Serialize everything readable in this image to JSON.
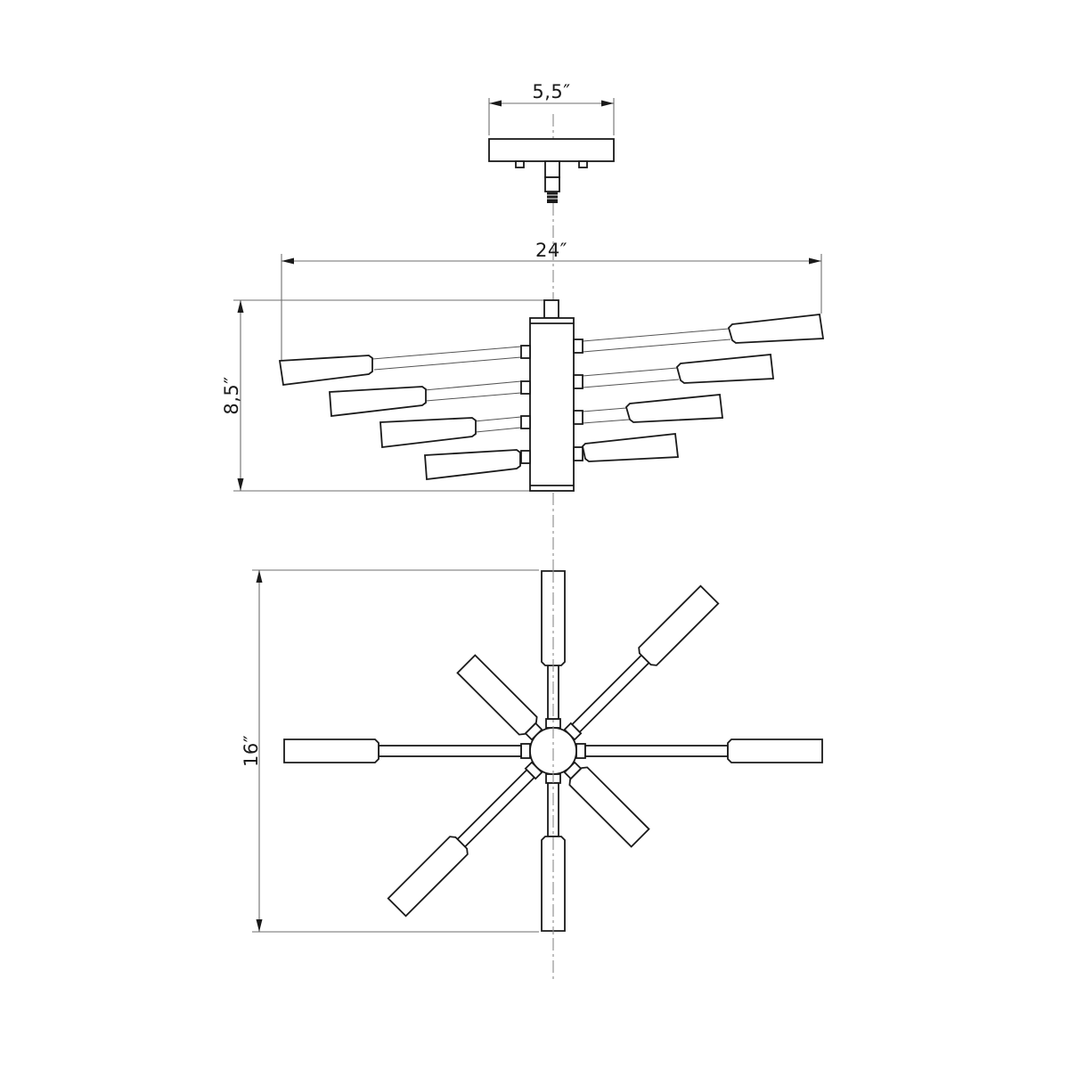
{
  "drawing": {
    "type": "technical dimension drawing",
    "subject": "8-arm sputnik semi-flush ceiling light",
    "views": [
      "canopy-side",
      "fixture-side-elevation",
      "fixture-plan-bottom"
    ],
    "line_color": "#1a1a1a",
    "dimension_color": "#6e6e6e",
    "background": "#ffffff"
  },
  "dimensions": {
    "canopy_width": "5,5″",
    "overall_width": "24″",
    "overall_height": "8,5″",
    "plan_diameter": "16″"
  },
  "fixture": {
    "arm_count": 8,
    "side_view_tiers": 4,
    "plan_view_angles_deg": [
      0,
      45,
      90,
      135,
      180,
      225,
      270,
      315
    ]
  }
}
